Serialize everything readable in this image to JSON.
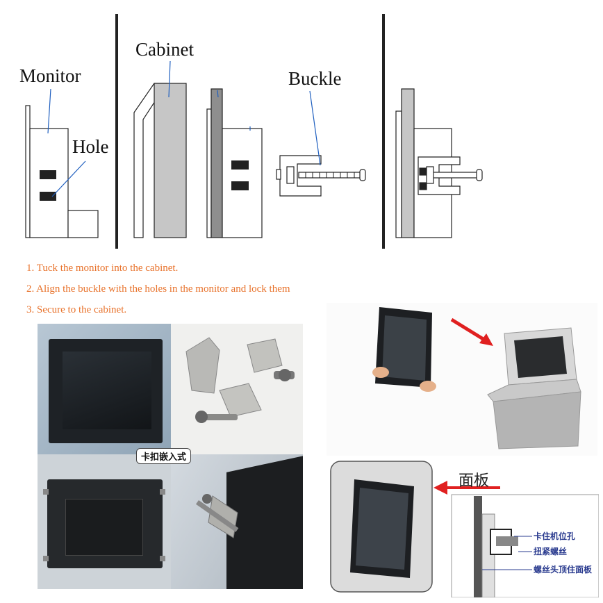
{
  "labels": {
    "monitor": "Monitor",
    "hole": "Hole",
    "cabinet": "Cabinet",
    "buckle": "Buckle"
  },
  "steps": [
    "1. Tuck the monitor into the cabinet.",
    "2. Align the buckle with the holes in the monitor and lock them",
    "3. Secure to the cabinet."
  ],
  "badge": "卡扣嵌入式",
  "panel_label": "面板",
  "callouts": [
    "卡住机位孔",
    "扭紧螺丝",
    "螺丝头顶住面板"
  ],
  "colors": {
    "step_text": "#e8722b",
    "leader_line": "#1f5fbf",
    "divider": "#222222",
    "cabinet_gray": "#c6c6c6",
    "arrow_red": "#e02020",
    "callout_blue": "#2a3b8f"
  }
}
